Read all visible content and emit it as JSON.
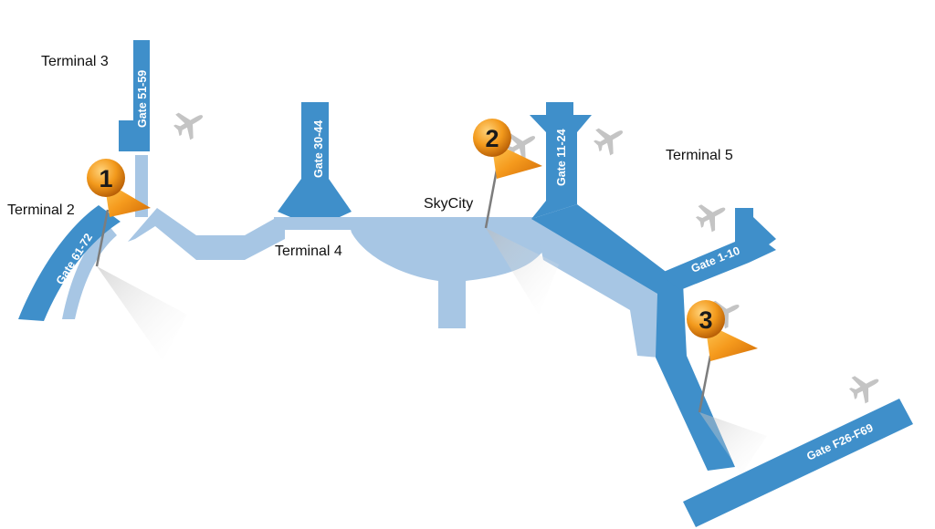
{
  "map": {
    "colors": {
      "gate_building": "#3f8fca",
      "terminal_building": "#a7c6e4",
      "airplane_icon": "#c4c4c4",
      "pin": "#f39a1c"
    },
    "terminals": {
      "t2": "Terminal 2",
      "t3": "Terminal 3",
      "t4": "Terminal 4",
      "t5": "Terminal 5",
      "skycity": "SkyCity"
    },
    "gates": {
      "g61_72": "Gate 61-72",
      "g51_59": "Gate 51-59",
      "g30_44": "Gate 30-44",
      "g11_24": "Gate 11-24",
      "g1_10": "Gate 1-10",
      "gF26_F69": "Gate F26-F69"
    },
    "pins": [
      {
        "number": "1",
        "icon": "map-flag-pin"
      },
      {
        "number": "2",
        "icon": "map-flag-pin"
      },
      {
        "number": "3",
        "icon": "map-flag-pin"
      }
    ],
    "airplane_icons": 6
  }
}
